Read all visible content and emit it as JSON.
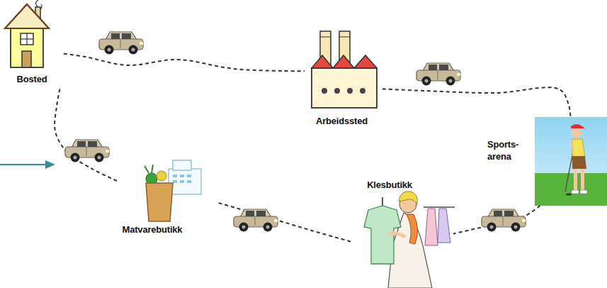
{
  "diagram": {
    "nodes": [
      {
        "text": [
          "Bosted"
        ]
      },
      {
        "text": [
          "Arbeidssted"
        ]
      },
      {
        "text": [
          "Sports- arena"
        ]
      },
      {
        "text": [
          "Matvarebutikk"
        ]
      },
      {
        "text": [
          "Klesbutikk"
        ]
      }
    ],
    "edges": [
      {
        "from": 0,
        "to": 1,
        "arrow": "none"
      },
      {
        "from": 1,
        "to": 2,
        "arrow": "none"
      },
      {
        "from": 2,
        "to": 4,
        "arrow": "none"
      },
      {
        "from": 4,
        "to": 3,
        "arrow": "none"
      },
      {
        "from": 3,
        "to": 0,
        "arrow": "none"
      }
    ]
  }
}
